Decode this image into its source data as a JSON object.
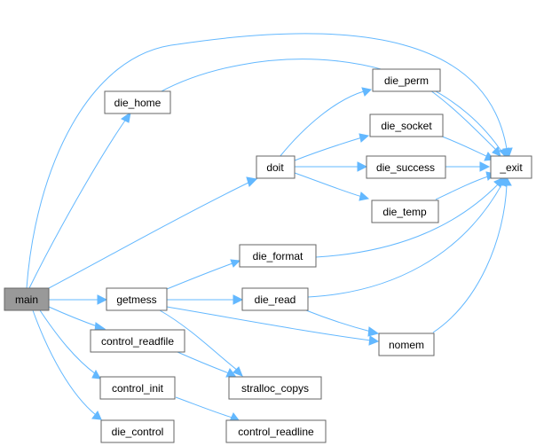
{
  "nodes": [
    {
      "id": "main",
      "label": "main",
      "root": true
    },
    {
      "id": "die_home",
      "label": "die_home"
    },
    {
      "id": "doit",
      "label": "doit"
    },
    {
      "id": "die_perm",
      "label": "die_perm"
    },
    {
      "id": "die_socket",
      "label": "die_socket"
    },
    {
      "id": "die_success",
      "label": "die_success"
    },
    {
      "id": "die_temp",
      "label": "die_temp"
    },
    {
      "id": "_exit",
      "label": "_exit"
    },
    {
      "id": "die_format",
      "label": "die_format"
    },
    {
      "id": "getmess",
      "label": "getmess"
    },
    {
      "id": "die_read",
      "label": "die_read"
    },
    {
      "id": "control_readfile",
      "label": "control_readfile"
    },
    {
      "id": "nomem",
      "label": "nomem"
    },
    {
      "id": "control_init",
      "label": "control_init"
    },
    {
      "id": "stralloc_copys",
      "label": "stralloc_copys"
    },
    {
      "id": "die_control",
      "label": "die_control"
    },
    {
      "id": "control_readline",
      "label": "control_readline"
    }
  ],
  "edges": [
    {
      "from": "main",
      "to": "die_home"
    },
    {
      "from": "main",
      "to": "_exit"
    },
    {
      "from": "main",
      "to": "doit"
    },
    {
      "from": "main",
      "to": "getmess"
    },
    {
      "from": "main",
      "to": "control_readfile"
    },
    {
      "from": "main",
      "to": "control_init"
    },
    {
      "from": "main",
      "to": "die_control"
    },
    {
      "from": "die_home",
      "to": "_exit"
    },
    {
      "from": "doit",
      "to": "die_perm"
    },
    {
      "from": "doit",
      "to": "die_socket"
    },
    {
      "from": "doit",
      "to": "die_success"
    },
    {
      "from": "doit",
      "to": "die_temp"
    },
    {
      "from": "die_perm",
      "to": "_exit"
    },
    {
      "from": "die_socket",
      "to": "_exit"
    },
    {
      "from": "die_success",
      "to": "_exit"
    },
    {
      "from": "die_temp",
      "to": "_exit"
    },
    {
      "from": "die_format",
      "to": "_exit"
    },
    {
      "from": "die_read",
      "to": "_exit"
    },
    {
      "from": "nomem",
      "to": "_exit"
    },
    {
      "from": "getmess",
      "to": "die_format"
    },
    {
      "from": "getmess",
      "to": "die_read"
    },
    {
      "from": "getmess",
      "to": "nomem"
    },
    {
      "from": "getmess",
      "to": "stralloc_copys"
    },
    {
      "from": "die_read",
      "to": "nomem"
    },
    {
      "from": "control_readfile",
      "to": "stralloc_copys"
    },
    {
      "from": "control_init",
      "to": "control_readline"
    }
  ]
}
